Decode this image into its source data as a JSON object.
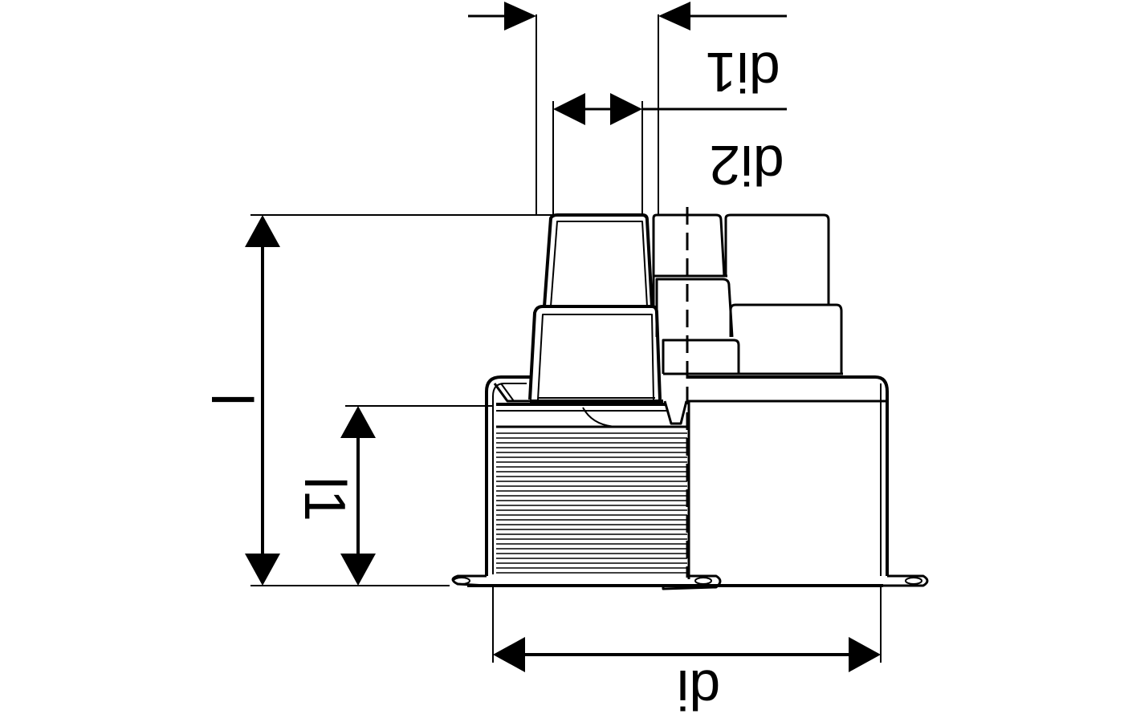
{
  "diagram": {
    "colors": {
      "line": "#000000",
      "background": "#ffffff"
    },
    "labels": {
      "di1": "di1",
      "di2": "di2",
      "di": "di",
      "l": "l",
      "l1": "l1"
    }
  }
}
